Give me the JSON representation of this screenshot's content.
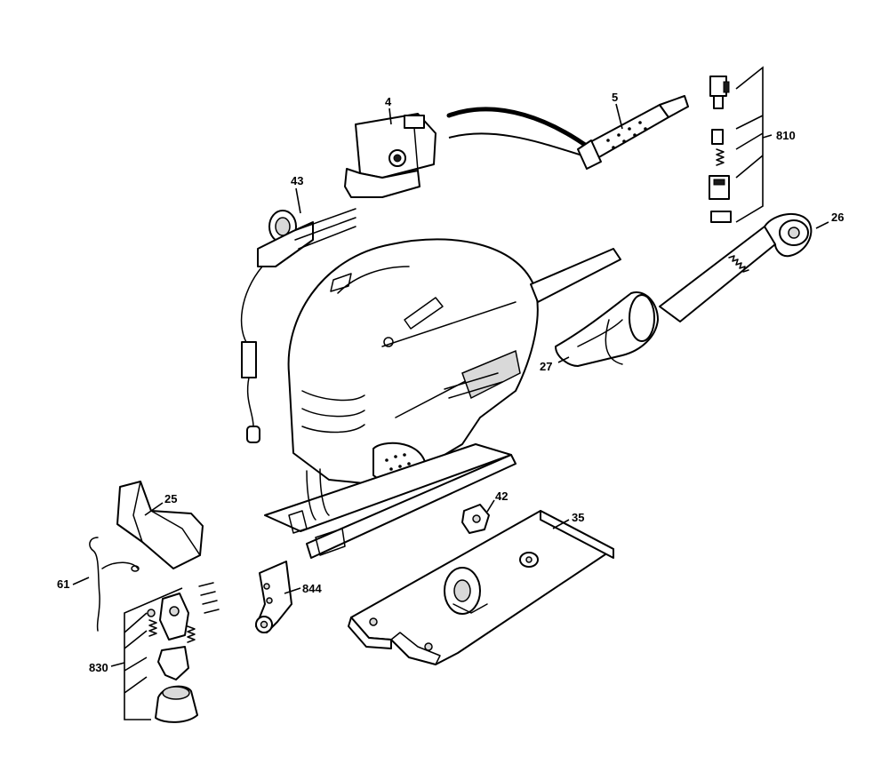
{
  "diagram": {
    "callouts": [
      {
        "id": "part-4",
        "text": "4"
      },
      {
        "id": "part-5",
        "text": "5"
      },
      {
        "id": "part-810",
        "text": "810"
      },
      {
        "id": "part-43",
        "text": "43"
      },
      {
        "id": "part-26",
        "text": "26"
      },
      {
        "id": "part-27",
        "text": "27"
      },
      {
        "id": "part-25",
        "text": "25"
      },
      {
        "id": "part-42",
        "text": "42"
      },
      {
        "id": "part-35",
        "text": "35"
      },
      {
        "id": "part-61",
        "text": "61"
      },
      {
        "id": "part-844",
        "text": "844"
      },
      {
        "id": "part-830",
        "text": "830"
      }
    ]
  }
}
